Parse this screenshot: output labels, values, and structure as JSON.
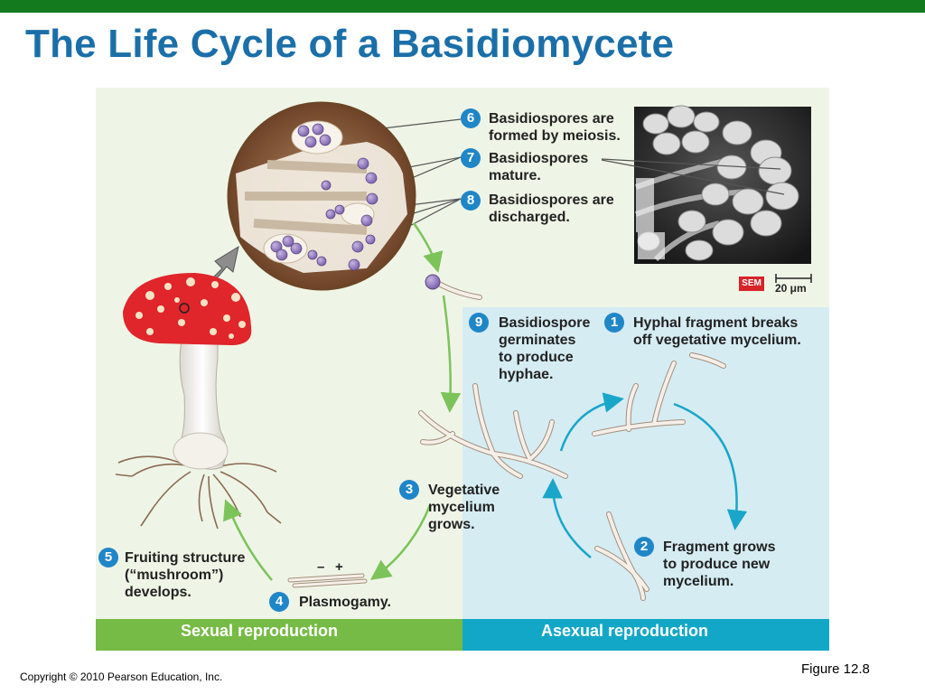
{
  "title": "The Life Cycle of a Basidiomycete",
  "steps": [
    {
      "num": "1",
      "lines": [
        "Hyphal fragment breaks",
        "off vegetative mycelium."
      ]
    },
    {
      "num": "2",
      "lines": [
        "Fragment grows",
        "to produce new",
        "mycelium."
      ]
    },
    {
      "num": "3",
      "lines": [
        "Vegetative",
        "mycelium",
        "grows."
      ]
    },
    {
      "num": "4",
      "lines": [
        "Plasmogamy."
      ]
    },
    {
      "num": "5",
      "lines": [
        "Fruiting structure",
        "(“mushroom”)",
        "develops."
      ]
    },
    {
      "num": "6",
      "lines": [
        "Basidiospores are",
        "formed by meiosis."
      ]
    },
    {
      "num": "7",
      "lines": [
        "Basidiospores",
        "mature."
      ]
    },
    {
      "num": "8",
      "lines": [
        "Basidiospores are",
        "discharged."
      ]
    },
    {
      "num": "9",
      "lines": [
        "Basidiospore",
        "germinates",
        "to produce",
        "hyphae."
      ]
    }
  ],
  "plasmogamy_signs": {
    "minus": "–",
    "plus": "+"
  },
  "micrograph": {
    "badge": "SEM",
    "scale": "20 μm"
  },
  "bands": {
    "sexual": "Sexual reproduction",
    "asexual": "Asexual reproduction"
  },
  "footer": {
    "copyright": "Copyright © 2010 Pearson Education, Inc.",
    "figure": "Figure 12.8"
  },
  "colors": {
    "title": "#1b6fa8",
    "top_bar": "#137a1e",
    "sexual_bg": "#eef5e6",
    "asexual_bg": "#d5ecf3",
    "sexual_band": "#76bb45",
    "asexual_band": "#12a7c6",
    "step_number": "#1f86c8",
    "spore": "#9b7fc4",
    "mushroom_cap": "#e0252b",
    "arrow_sexual": "#7cc35a",
    "arrow_asexual": "#19a6c8"
  }
}
